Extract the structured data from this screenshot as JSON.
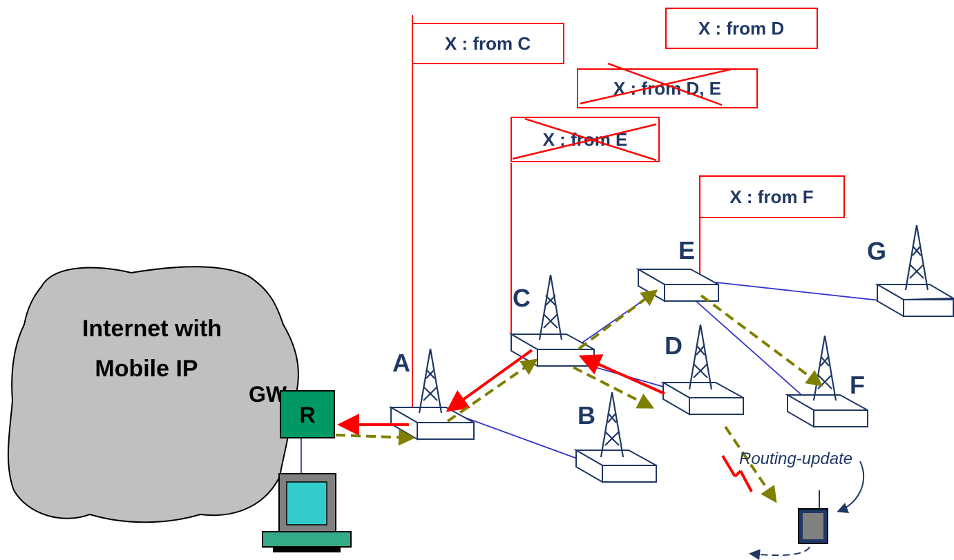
{
  "cloud": {
    "label_line1": "Internet with",
    "label_line2": "Mobile IP"
  },
  "gateway": {
    "label": "GW",
    "router_label": "R"
  },
  "nodes": [
    {
      "id": "A",
      "label": "A"
    },
    {
      "id": "B",
      "label": "B"
    },
    {
      "id": "C",
      "label": "C"
    },
    {
      "id": "D",
      "label": "D"
    },
    {
      "id": "E",
      "label": "E"
    },
    {
      "id": "F",
      "label": "F"
    },
    {
      "id": "G",
      "label": "G"
    }
  ],
  "tables": {
    "a": "X : from C",
    "c": "X : from E",
    "e": "X : from F",
    "old_de": "X : from D, E",
    "new_d": "X : from D"
  },
  "routing_update": "Routing-update",
  "colors": {
    "node": "#1f3864",
    "table_border": "#ff0000",
    "packet_arrow": "#ff0000",
    "dashed_arrow": "#808000",
    "router_fill": "#009966",
    "cloud_fill": "#c0c0c0",
    "link": "#3333cc"
  }
}
